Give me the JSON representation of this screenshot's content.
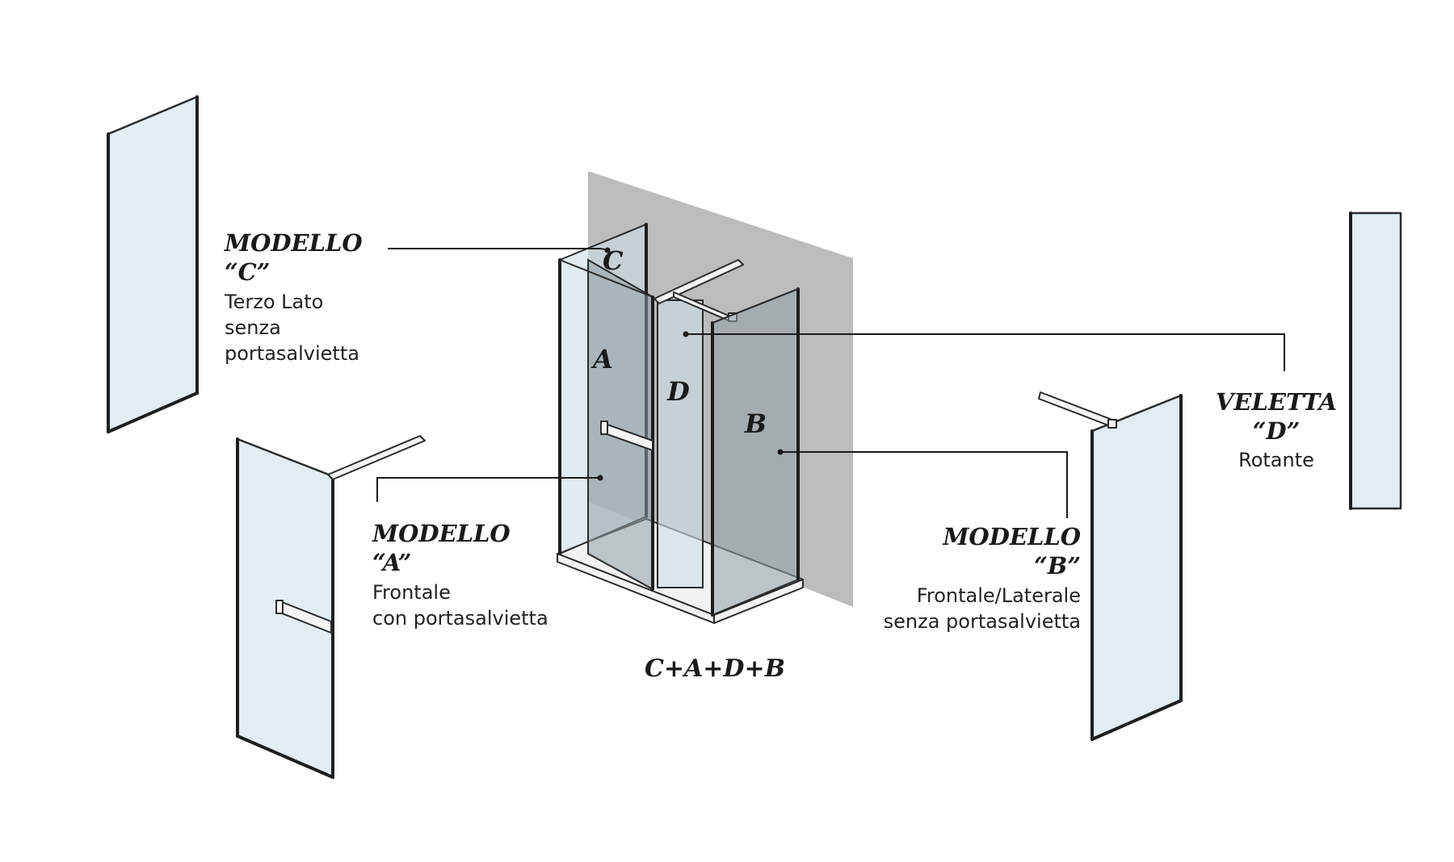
{
  "labels": {
    "model_c": {
      "title_1": "MODELLO",
      "title_2": "“C”",
      "desc_1": "Terzo Lato",
      "desc_2": "senza",
      "desc_3": "portasalvietta"
    },
    "model_a": {
      "title_1": "MODELLO",
      "title_2": "“A”",
      "desc_1": "Frontale",
      "desc_2": "con portasalvietta"
    },
    "model_b": {
      "title_1": "MODELLO",
      "title_2": "“B”",
      "desc_1": "Frontale/Laterale",
      "desc_2": "senza portasalvietta"
    },
    "veletta_d": {
      "title_1": "VELETTA",
      "title_2": "“D”",
      "desc_1": "Rotante"
    }
  },
  "panel_letters": {
    "c": "C",
    "a": "A",
    "d": "D",
    "b": "B"
  },
  "combination": "C+A+D+B",
  "colors": {
    "glass": "#e2ecf1",
    "wall": "#bcbcbc",
    "frame": "#1e1e1e",
    "tinted_panel": "#8f9ea4"
  }
}
